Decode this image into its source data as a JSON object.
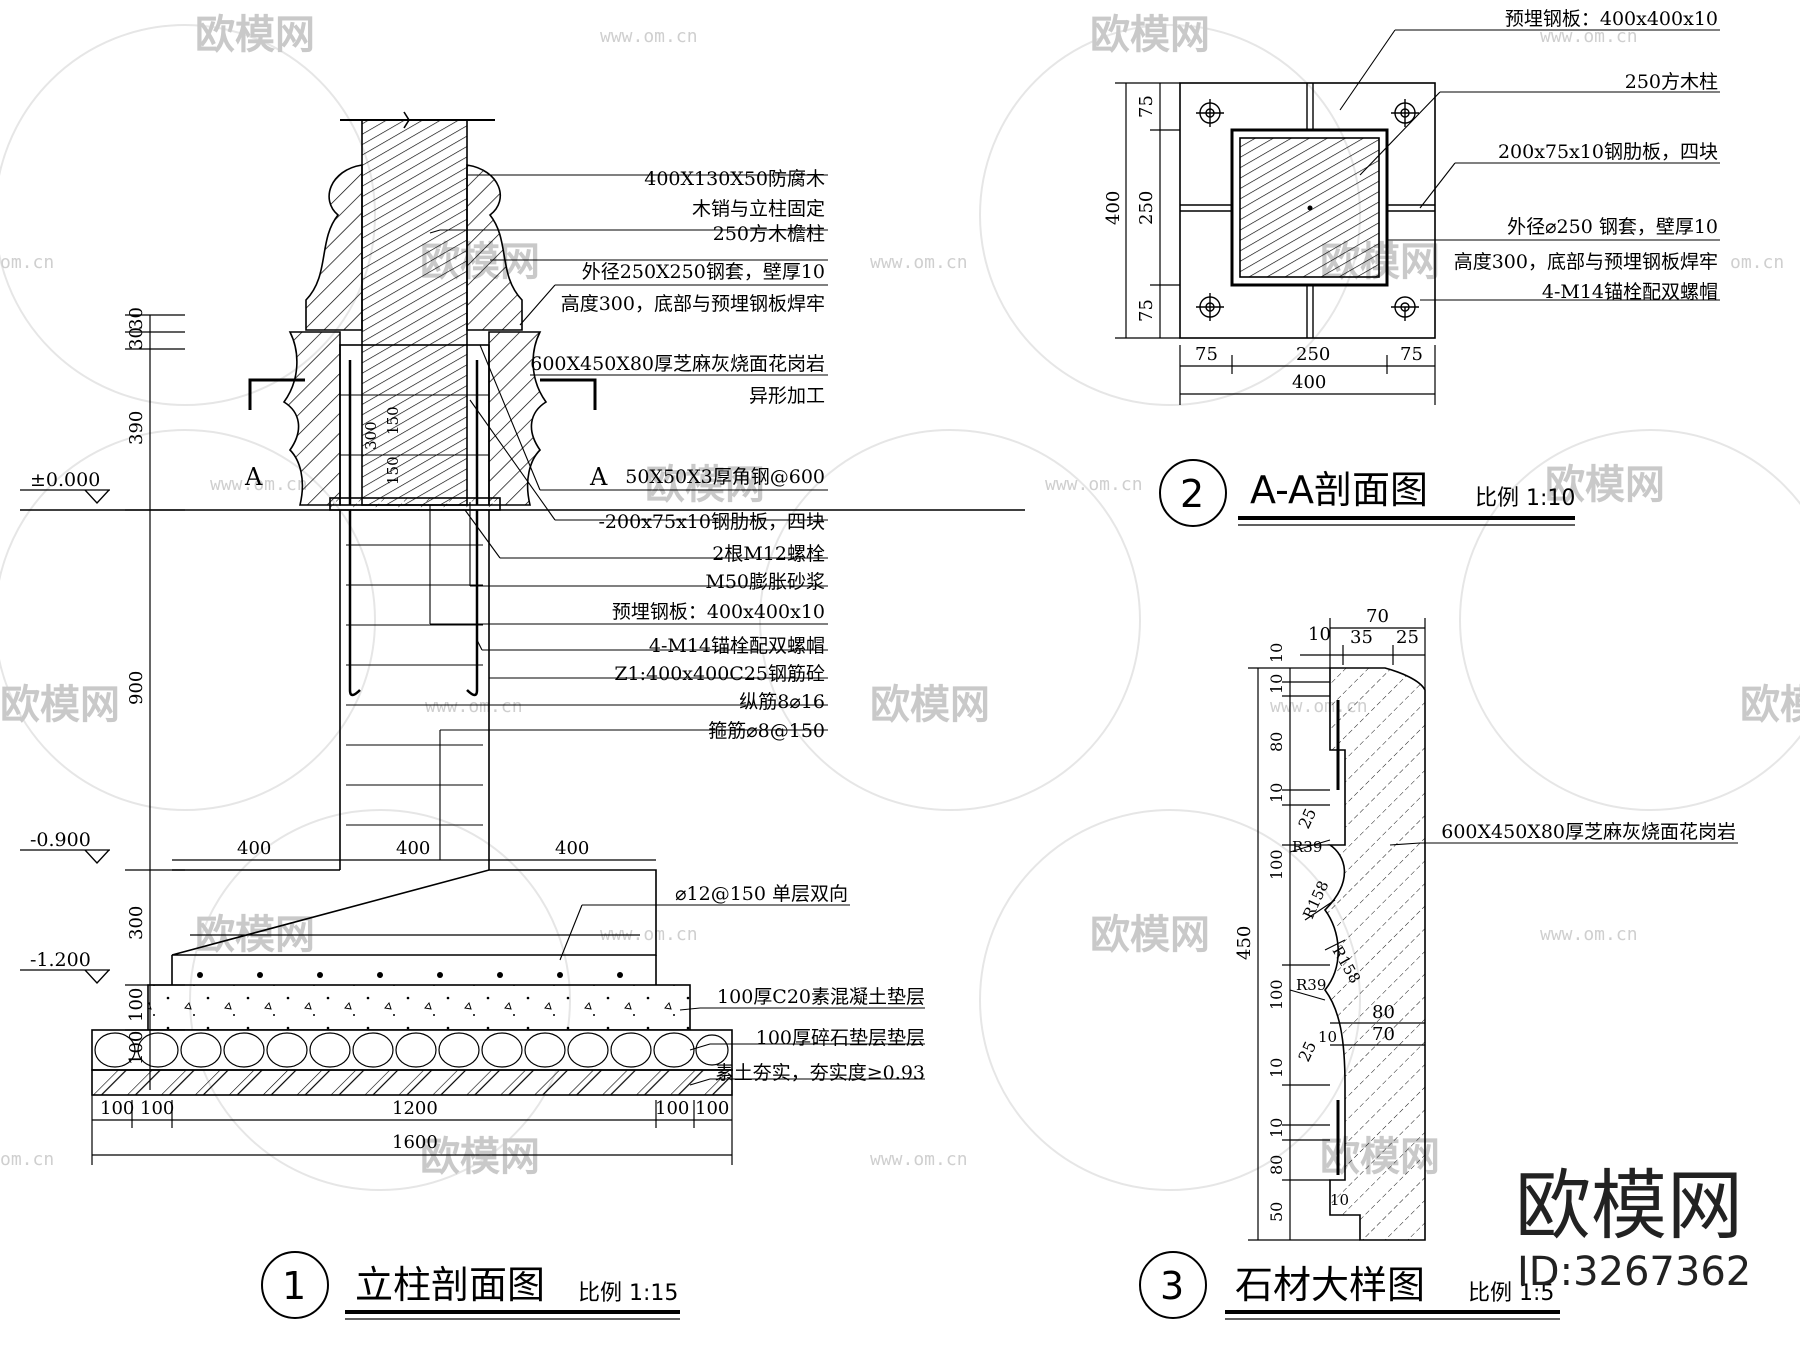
{
  "watermark": {
    "brand": "欧模网",
    "url": "www.om.cn",
    "url_short": "om.cn",
    "corner_brand": "欧模网",
    "corner_id": "ID:3267362"
  },
  "detail1": {
    "number": "1",
    "title": "立柱剖面图",
    "scale": "比例 1:15",
    "levels": [
      "±0.000",
      "-0.900",
      "-1.200"
    ],
    "section_marks": [
      "A",
      "A"
    ],
    "labels": [
      "400X130X50防腐木",
      "木销与立柱固定",
      "250方木檐柱",
      "外径250X250钢套，壁厚10",
      "高度300，底部与预埋钢板焊牢",
      "600X450X80厚芝麻灰烧面花岗岩",
      "异形加工",
      "50X50X3厚角钢@600",
      "-200x75x10钢肋板，四块",
      "2根M12螺栓",
      "M50膨胀砂浆",
      "预埋钢板：400x400x10",
      "4-M14锚栓配双螺帽",
      "Z1:400x400C25钢筋砼",
      "纵筋8⌀16",
      "箍筋⌀8@150",
      "⌀12@150 单层双向",
      "100厚C20素混凝土垫层",
      "100厚碎石垫层垫层",
      "素土夯实，夯实度≥0.93"
    ],
    "dims_vertical": [
      "30",
      "30",
      "390",
      "900",
      "300",
      "100",
      "100"
    ],
    "dims_inner": [
      "300",
      "150",
      "150"
    ],
    "dims_top": [
      "400",
      "400",
      "400"
    ],
    "dims_bottom": [
      "100",
      "100",
      "1200",
      "100",
      "100"
    ],
    "dim_total": "1600"
  },
  "detail2": {
    "number": "2",
    "title": "A-A剖面图",
    "scale": "比例 1:10",
    "labels": [
      "预埋钢板：400x400x10",
      "250方木柱",
      "200x75x10钢肋板，四块",
      "外径⌀250 钢套，壁厚10",
      "高度300，底部与预埋钢板焊牢",
      "4-M14锚栓配双螺帽"
    ],
    "dims_left": [
      "75",
      "250",
      "75"
    ],
    "dim_left_total": "400",
    "dims_bottom": [
      "75",
      "250",
      "75"
    ],
    "dim_bottom_total": "400"
  },
  "detail3": {
    "number": "3",
    "title": "石材大样图",
    "scale": "比例 1:5",
    "label": "600X450X80厚芝麻灰烧面花岗岩",
    "dims_top": [
      "70",
      "10",
      "35",
      "25"
    ],
    "dims_left": [
      "10",
      "10",
      "80",
      "10",
      "25",
      "100",
      "100",
      "25",
      "10",
      "10",
      "80",
      "50"
    ],
    "dim_height": "450",
    "radii": [
      "R39",
      "R158",
      "R158",
      "R39"
    ],
    "dims_inner": [
      "80",
      "70",
      "10",
      "10"
    ]
  }
}
